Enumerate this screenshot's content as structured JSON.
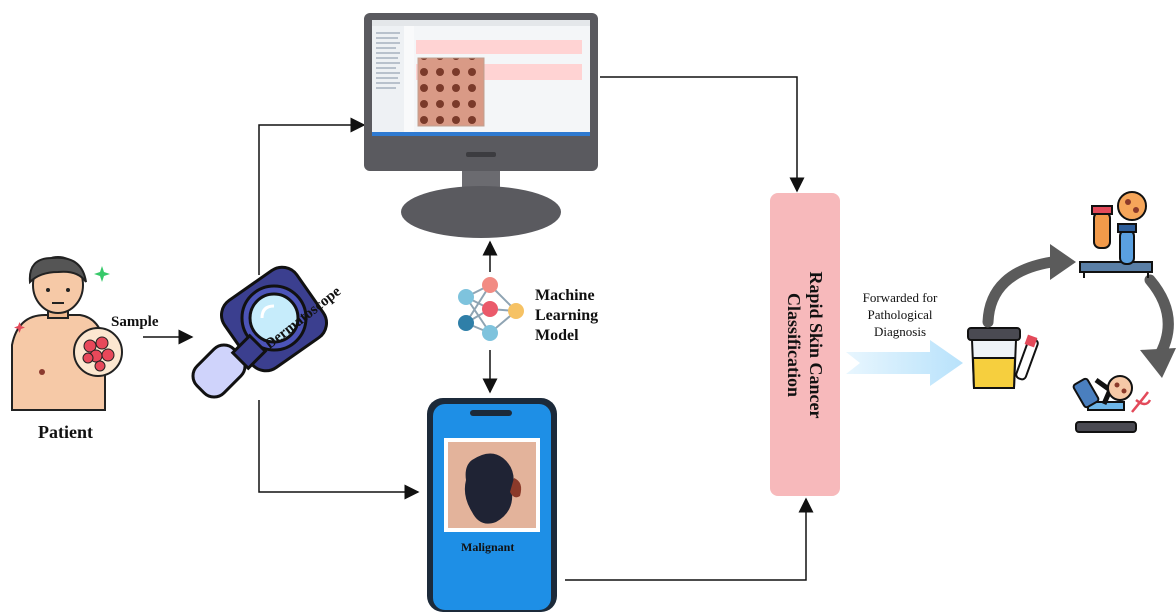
{
  "labels": {
    "patient": "Patient",
    "sample": "Sample",
    "dermatoscope": "Dermatoscope",
    "ml_line1": "Machine",
    "ml_line2": "Learning",
    "ml_line3": "Model",
    "malignant": "Malignant",
    "classification_line1": "Rapid Skin Cancer",
    "classification_line2": "Classification",
    "forwarded_line1": "Forwarded for",
    "forwarded_line2": "Pathological",
    "forwarded_line3": "Diagnosis"
  },
  "icons": [
    "patient-icon",
    "dermatoscope-icon",
    "monitor-icon",
    "neural-network-icon",
    "smartphone-icon",
    "sample-container-icon",
    "test-tubes-icon",
    "microscope-icon"
  ],
  "colors": {
    "classification_box": "#f7b9bb",
    "forward_arrow": "#cdeafb",
    "phone_screen": "#1e8fe6",
    "cycle_arrow": "#5b5b5b",
    "monitor_body": "#5a5a5f"
  }
}
